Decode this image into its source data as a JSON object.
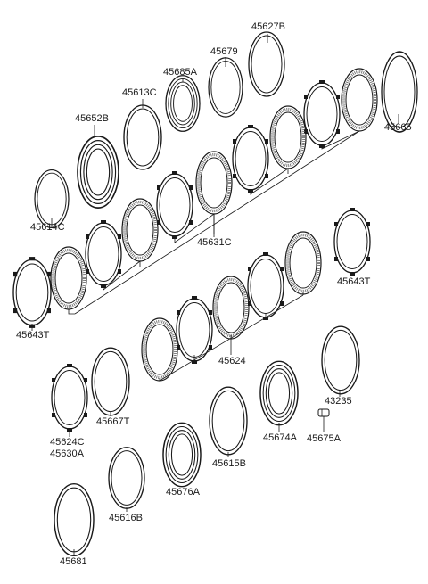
{
  "labels": {
    "p45627B": "45627B",
    "p45679": "45679",
    "p45685A": "45685A",
    "p45613C": "45613C",
    "p45652B": "45652B",
    "p45665": "45665",
    "p45614C": "45614C",
    "p45631C": "45631C",
    "p45643T_right": "45643T",
    "p45643T_left": "45643T",
    "p45624": "45624",
    "p43235": "43235",
    "p45624C": "45624C",
    "p45630A": "45630A",
    "p45667T": "45667T",
    "p45674A": "45674A",
    "p45675A": "45675A",
    "p45615B": "45615B",
    "p45676A": "45676A",
    "p45616B": "45616B",
    "p45681": "45681"
  },
  "colors": {
    "line": "#1a1a1a",
    "friction": "#6f6f6f"
  }
}
